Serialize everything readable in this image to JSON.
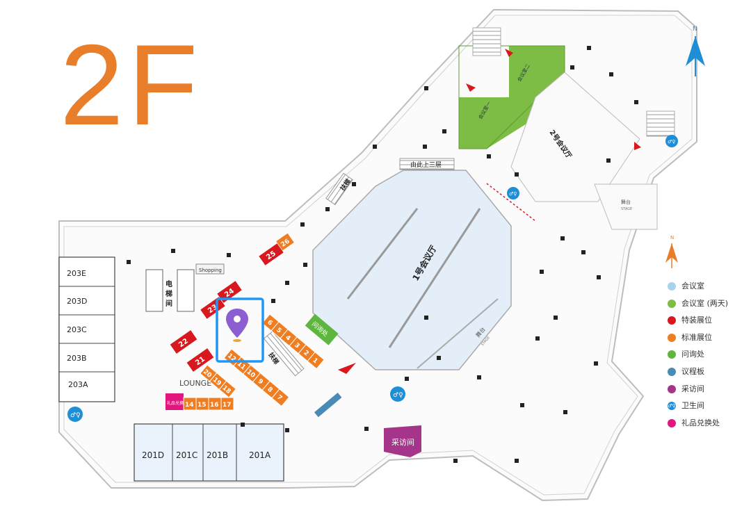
{
  "floor_label": "2F",
  "compass_label": "N",
  "colors": {
    "floor_title": "#e87d2a",
    "meeting_room": "#a7d3ef",
    "meeting_room_two_days": "#7dbd45",
    "special_booth": "#d7191f",
    "standard_booth": "#ef7e23",
    "inquiry_desk": "#5eb63e",
    "agenda_board": "#4a8bb5",
    "interview_room": "#a5358a",
    "restroom": "#1e8fd6",
    "gift_exchange": "#e3157e",
    "hall_fill": "#e3eef8",
    "room_201_fill": "#eaf2fb",
    "highlight_box": "#2196f3",
    "pin": "#8b5fd1"
  },
  "rooms_203": [
    "203E",
    "203D",
    "203C",
    "203B",
    "203A"
  ],
  "rooms_201": [
    "201D",
    "201C",
    "201B",
    "201A"
  ],
  "labels": {
    "elevator": "电梯间",
    "escalator_upper": "扶梯",
    "escalator_mid": "扶梯",
    "shopping": "Shopping",
    "lounge": "LOUNGE",
    "up_to_third": "由此上三层",
    "hall1": "1号会议厅",
    "hall2": "2号会议厅",
    "meeting1": "会议室一",
    "meeting2": "会议室二",
    "stage_cn": "舞台",
    "stage_en": "STAGE",
    "inquiry": "问询处",
    "interview": "采访间",
    "gift": "礼品兑换处"
  },
  "special_booths": [
    "22",
    "21",
    "23",
    "24",
    "25"
  ],
  "standard_booths_top": [
    "6",
    "5",
    "4",
    "3",
    "2",
    "1"
  ],
  "standard_booths_bottom": [
    "12",
    "11",
    "10",
    "9",
    "8",
    "7"
  ],
  "standard_booths_left": [
    "20",
    "19",
    "18"
  ],
  "standard_booths_row": [
    "14",
    "15",
    "16",
    "17"
  ],
  "standard_booth_26": "26",
  "legend": [
    {
      "label": "会议室",
      "color": "#a7d3ef"
    },
    {
      "label": "会议室 (两天)",
      "color": "#7dbd45"
    },
    {
      "label": "特装展位",
      "color": "#d7191f"
    },
    {
      "label": "标准展位",
      "color": "#ef7e23"
    },
    {
      "label": "问询处",
      "color": "#5eb63e"
    },
    {
      "label": "议程板",
      "color": "#4a8bb5"
    },
    {
      "label": "采访间",
      "color": "#a5358a"
    },
    {
      "label": "卫生间",
      "color": "#1e8fd6",
      "icon": "restroom-icon"
    },
    {
      "label": "礼品兑换处",
      "color": "#e3157e"
    }
  ]
}
